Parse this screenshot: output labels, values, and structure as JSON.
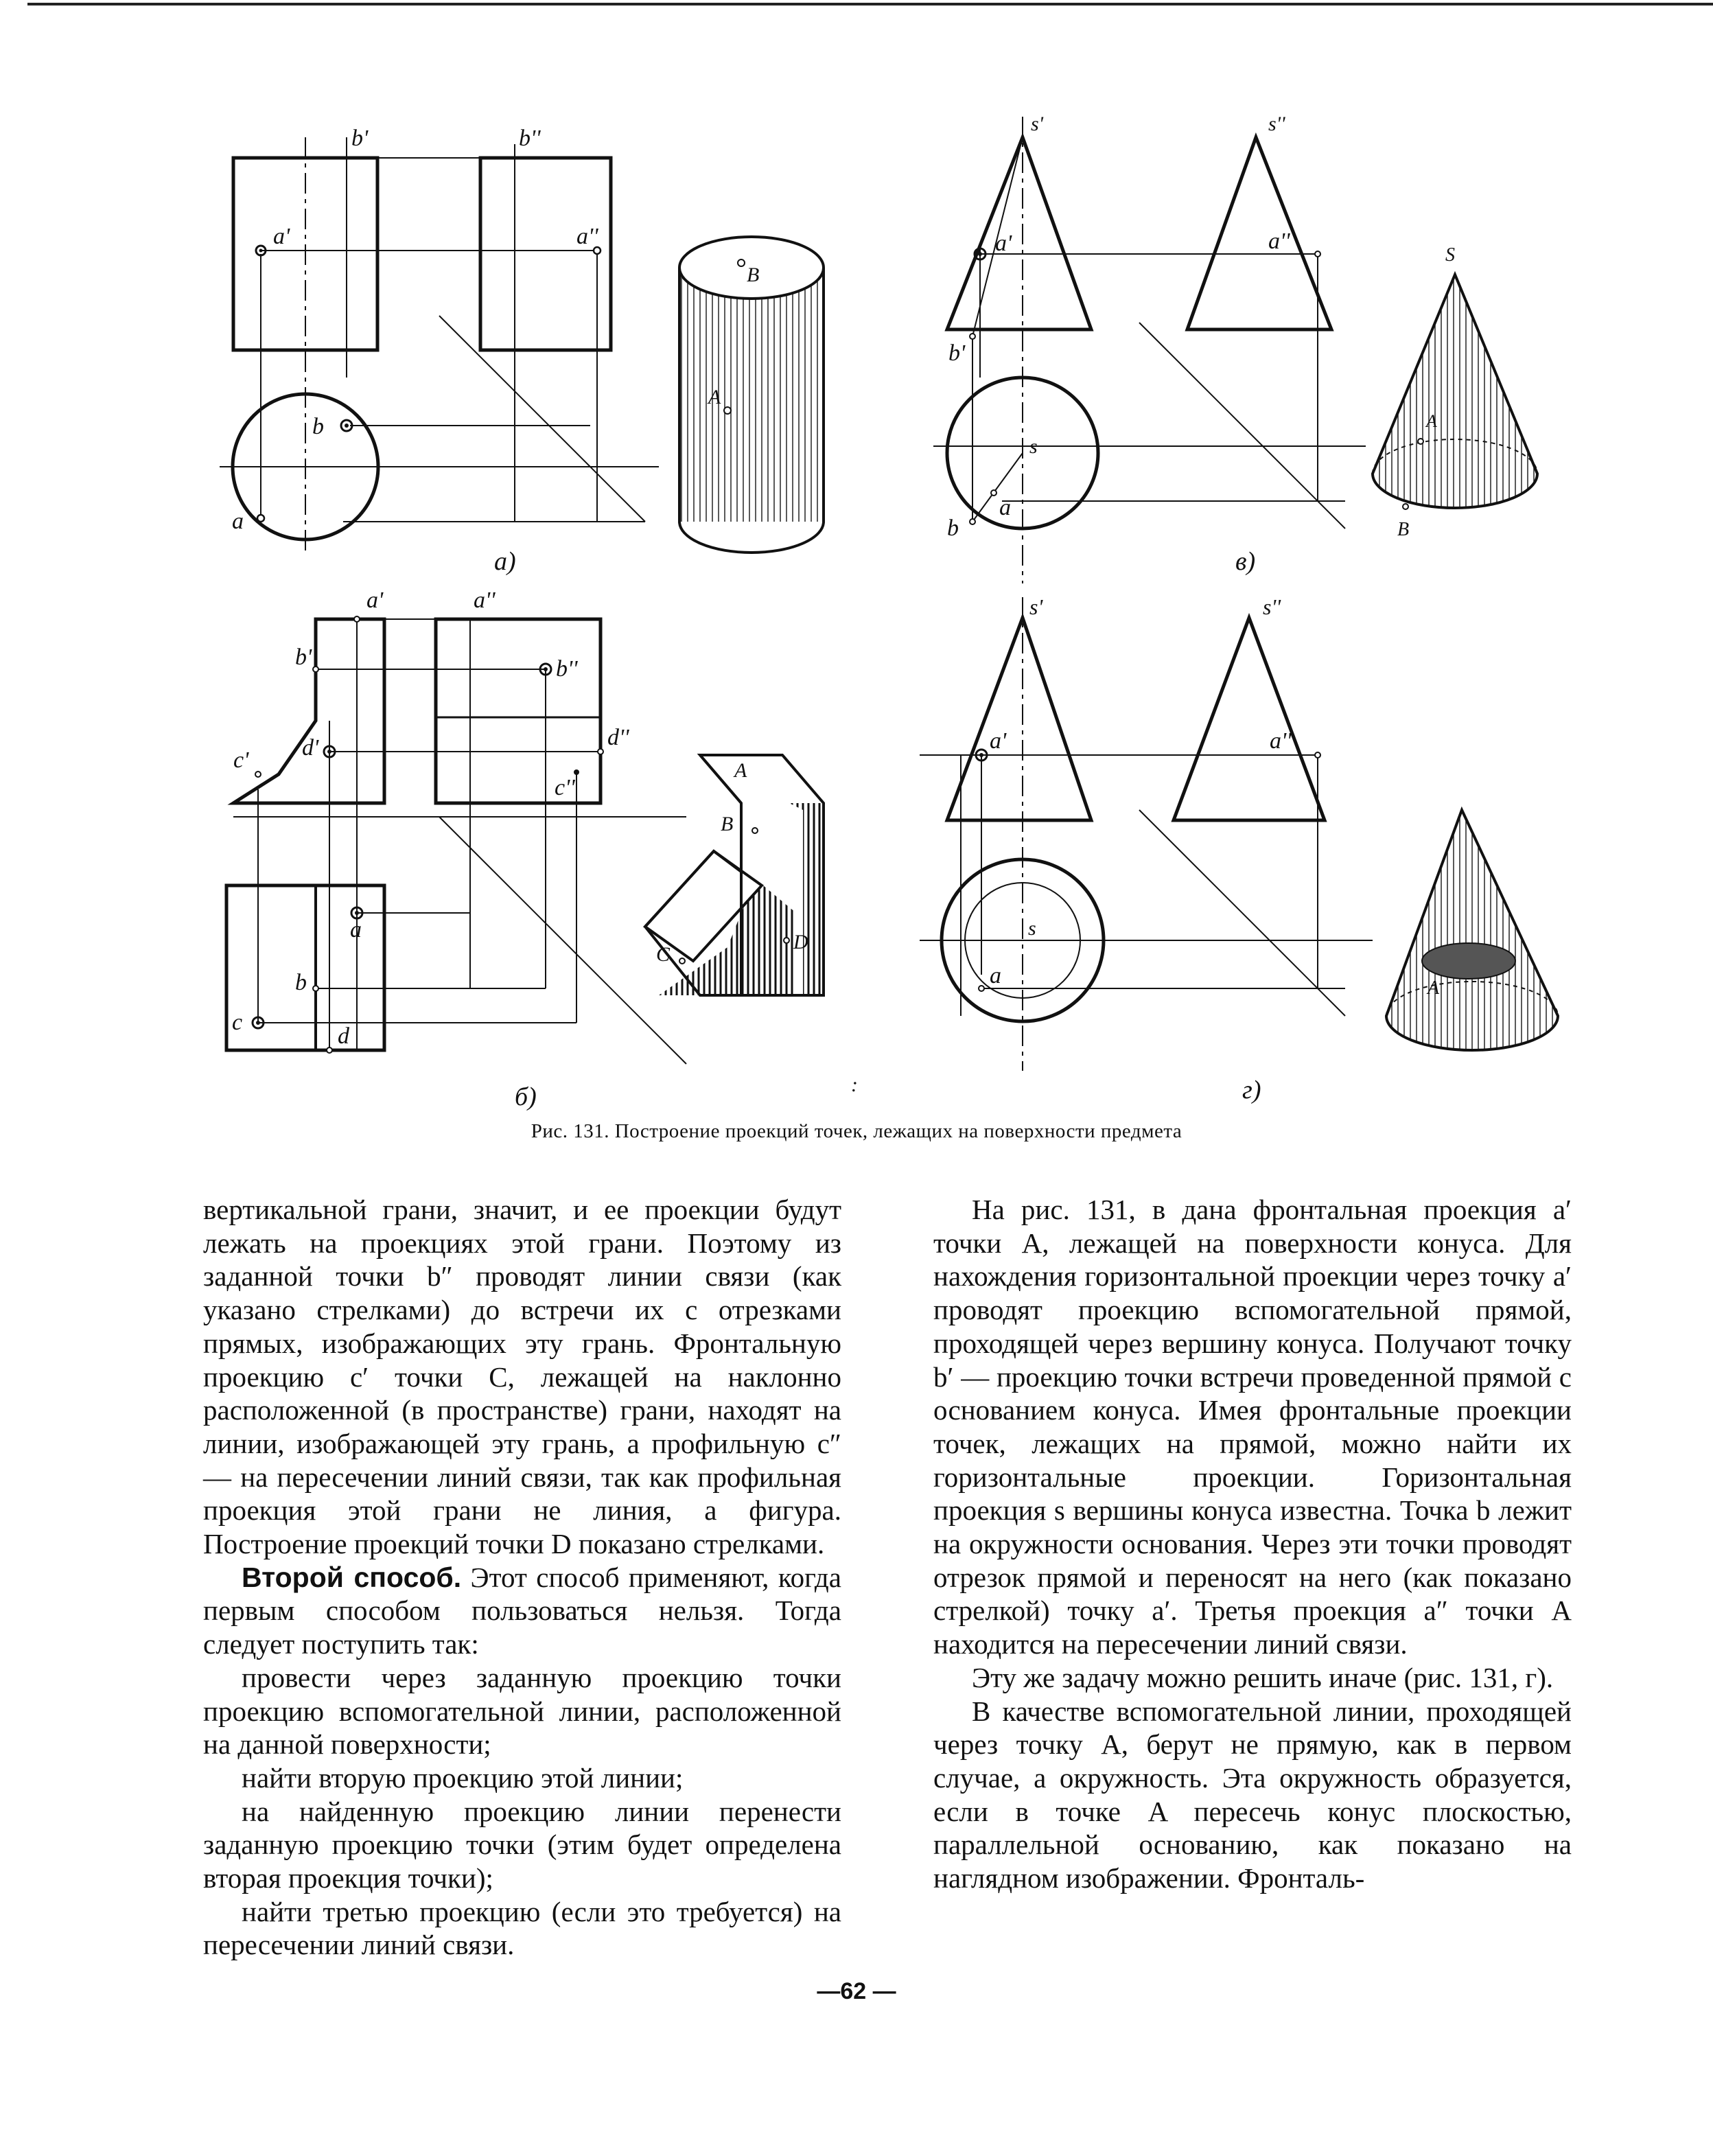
{
  "figure": {
    "caption": "Рис. 131. Построение проекций точек, лежащих на поверхности предмета",
    "panels": [
      {
        "id": "a",
        "label": "а)",
        "labels": [
          "b'",
          "b''",
          "a'",
          "a''",
          "b",
          "a",
          "B",
          "A"
        ]
      },
      {
        "id": "b",
        "label": "б)",
        "labels": [
          "a'",
          "a''",
          "b'",
          "b''",
          "c'",
          "d'",
          "d''",
          "c''",
          "a",
          "b",
          "c",
          "d",
          "A",
          "B",
          "C",
          "D"
        ]
      },
      {
        "id": "v",
        "label": "в)",
        "labels": [
          "s'",
          "s''",
          "a'",
          "a''",
          "b'",
          "s",
          "b",
          "a",
          "S",
          "A",
          "B"
        ]
      },
      {
        "id": "g",
        "label": "г)",
        "labels": [
          "s'",
          "s''",
          "a'",
          "a''",
          "s",
          "a",
          "A"
        ]
      }
    ]
  },
  "text": {
    "left": [
      "вертикальной грани, значит, и ее проекции будут лежать на проекциях этой грани. Поэтому из заданной точки b″ проводят линии связи (как указано стрелками) до встречи их с отрезками прямых, изображающих эту грань. Фронтальную проекцию c′ точки C, лежащей на наклонно расположенной (в пространстве) грани, находят на линии, изображающей эту грань, а профильную c″ — на пересечении линий связи, так как профильная проекция этой грани не линия, а фигура. Построение проекций точки D показано стрелками."
    ],
    "second_method_title": "Второй способ.",
    "second_method_text": " Этот способ применяют, когда первым способом пользоваться нельзя. Тогда следует поступить так:",
    "steps": [
      "провести через заданную проекцию точки проекцию вспомогательной линии, расположенной на данной поверхности;",
      "найти вторую проекцию этой линии;",
      "на найденную проекцию линии перенести заданную проекцию точки (этим будет определена вторая проекция точки);",
      "найти третью проекцию (если это требуется) на пересечении линий связи."
    ],
    "right": [
      "На рис. 131, в дана фронтальная проекция a′ точки A, лежащей на поверхности конуса. Для нахождения горизонтальной проекции через точку a′ проводят проекцию вспомогательной прямой, проходящей через вершину конуса. Получают точку b′ — проекцию точки встречи проведенной прямой с основанием конуса. Имея фронтальные проекции точек, лежащих на прямой, можно найти их горизонтальные проекции. Горизонтальная проекция s вершины конуса известна. Точка b лежит на окружности основания. Через эти точки проводят отрезок прямой и переносят на него (как показано стрелкой) точку a′. Третья проекция a″ точки A находится на пересечении линий связи.",
      "Эту же задачу можно решить иначе (рис. 131, г).",
      "В качестве вспомогательной линии, проходящей через точку A, берут не прямую, как в первом случае, а окружность. Эта окружность образуется, если в точке A пересечь конус плоскостью, параллельной основанию, как показано на наглядном изображении. Фронталь-"
    ]
  },
  "page_number": "—62 —"
}
